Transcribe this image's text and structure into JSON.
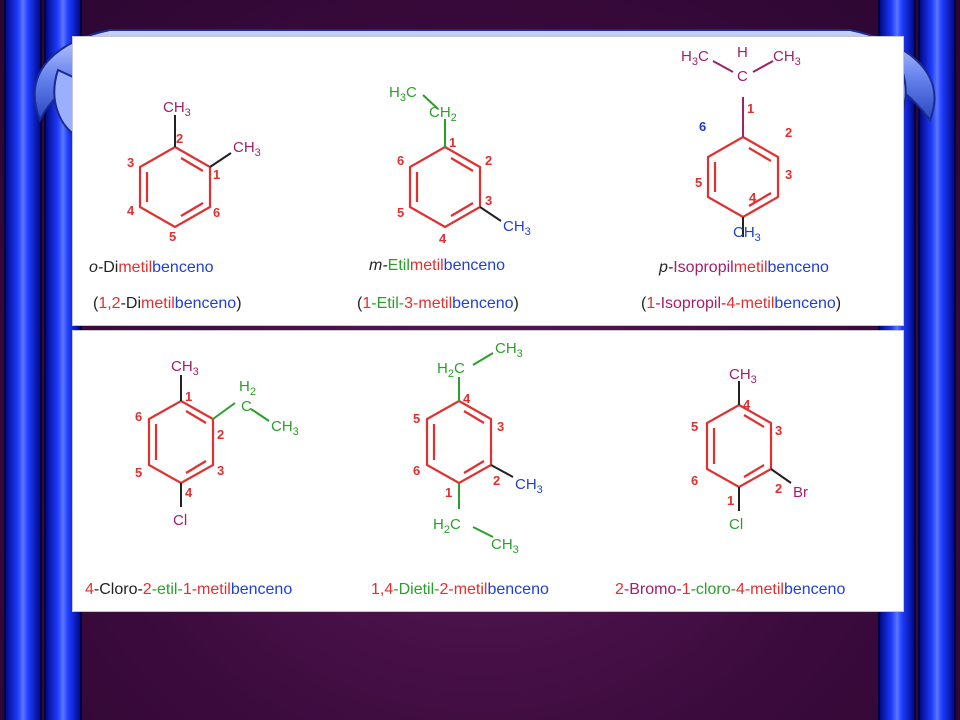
{
  "top_panel": {
    "molecule1": {
      "atoms": {
        "ch3_top": "CH",
        "ch3_top_sub": "3",
        "ch3_right": "CH",
        "ch3_right_sub": "3"
      },
      "numbers": [
        "2",
        "1",
        "3",
        "4",
        "6",
        "5"
      ],
      "name_prefix": "o-",
      "name_di": "Di",
      "name_metil": "metil",
      "name_benceno": "benceno",
      "iupac_open": "(",
      "iupac_locants": "1,2",
      "iupac_dash": "-Di",
      "iupac_metil": "metil",
      "iupac_benceno": "benceno",
      "iupac_close": ")"
    },
    "molecule2": {
      "atoms": {
        "h3c": "H",
        "h3c_sub": "3",
        "h3c_c": "C",
        "ch2": "CH",
        "ch2_sub": "2",
        "ch3": "CH",
        "ch3_sub": "3"
      },
      "numbers": [
        "1",
        "2",
        "6",
        "3",
        "5",
        "4"
      ],
      "name_prefix": "m-",
      "name_etil": "Etil",
      "name_metil": "metil",
      "name_benceno": "benceno",
      "iupac_open": "(",
      "iupac_1": "1",
      "iupac_etil": "-Etil-",
      "iupac_3": "3",
      "iupac_metil": "-metil",
      "iupac_benceno": "benceno",
      "iupac_close": ")"
    },
    "molecule3": {
      "atoms": {
        "h3c": "H",
        "h3c_sub": "3",
        "h3c_c": "C",
        "h": "H",
        "c": "C",
        "ch3_top": "CH",
        "ch3_top_sub": "3",
        "ch3_bottom": "CH",
        "ch3_bottom_sub": "3"
      },
      "numbers": [
        "1",
        "6",
        "2",
        "5",
        "3",
        "4"
      ],
      "name_prefix": "p-",
      "name_isopropil": "Isopropil",
      "name_metil": "metil",
      "name_benceno": "benceno",
      "iupac_open": "(",
      "iupac_1": "1",
      "iupac_isopropil": "-Isopropil-",
      "iupac_4": "4",
      "iupac_metil": "-metil",
      "iupac_benceno": "benceno",
      "iupac_close": ")"
    }
  },
  "bottom_panel": {
    "molecule4": {
      "atoms": {
        "ch3": "CH",
        "ch3_sub": "3",
        "h2": "H",
        "h2_sub": "2",
        "c": "C",
        "ch3_b": "CH",
        "ch3_b_sub": "3",
        "cl": "Cl"
      },
      "numbers": [
        "1",
        "6",
        "2",
        "5",
        "3",
        "4"
      ],
      "name_4": "4",
      "name_cloro": "-Cloro-",
      "name_2": "2",
      "name_etil": "-etil-",
      "name_1": "1",
      "name_metil": "-metil",
      "name_benceno": "benceno"
    },
    "molecule5": {
      "atoms": {
        "ch3_top": "CH",
        "ch3_top_sub": "3",
        "h2c_top": "H",
        "h2c_top_sub": "2",
        "h2c_top_c": "C",
        "ch3_mid": "CH",
        "ch3_mid_sub": "3",
        "h2c_bot": "H",
        "h2c_bot_sub": "2",
        "h2c_bot_c": "C",
        "ch3_bot": "CH",
        "ch3_bot_sub": "3"
      },
      "numbers": [
        "4",
        "5",
        "3",
        "6",
        "2",
        "1"
      ],
      "name_locants": "1,4",
      "name_dietil": "-Dietil-",
      "name_2": "2",
      "name_metil": "-metil",
      "name_benceno": "benceno"
    },
    "molecule6": {
      "atoms": {
        "ch3": "CH",
        "ch3_sub": "3",
        "br": "Br",
        "cl": "Cl"
      },
      "numbers": [
        "4",
        "5",
        "3",
        "6",
        "2",
        "1"
      ],
      "name_2": "2",
      "name_bromo": "-Bromo-",
      "name_1": "1",
      "name_cloro": "-cloro-",
      "name_4": "4",
      "name_metil": "-metil",
      "name_benceno": "benceno"
    }
  },
  "colors": {
    "ring": "#e03030",
    "locant": "#e03030",
    "metil_blue": "#2040d0",
    "ethyl_green": "#2aa02a",
    "isopropyl_purple": "#a0206a",
    "blue_number": "#1a3ad8"
  }
}
